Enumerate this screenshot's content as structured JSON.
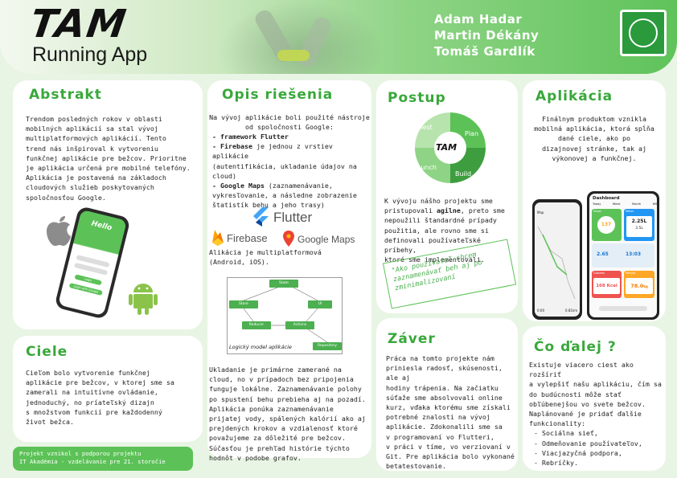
{
  "header": {
    "logo": "TAM",
    "subtitle": "Running App",
    "authors": [
      "Adam Hadar",
      "Martin Dékány",
      "Tomáš Gardlík"
    ]
  },
  "abstrakt": {
    "title": "Abstrakt",
    "lines": [
      "Trendom posledných rokov v oblasti",
      "mobilných aplikácií sa stal vývoj",
      "multiplatformových aplikácií. Tento",
      "trend nás inšpiroval k vytvoreniu",
      "funkčnej aplikácie pre bežcov. Prioritne",
      "je aplikácia určená pre mobilné telefóny.",
      "Aplikácia je postavená na základoch",
      "cloudových služieb poskytovaných",
      "spoločnosťou Google."
    ],
    "phone": {
      "hello": "Hello",
      "login": "Login",
      "login_google": "Login with Google"
    }
  },
  "opis": {
    "title": "Opis riešenia",
    "intro": [
      "Na vývoj aplikácie boli použité nástroje",
      "od spoločnosti Google:"
    ],
    "items": [
      {
        "bold": "- framework Flutter",
        "rest": ""
      },
      {
        "bold": "- Firebase",
        "rest": " je jednou z vrstiev aplikácie"
      },
      {
        "bold": "",
        "rest": "(autentifikácia, ukladanie údajov na"
      },
      {
        "bold": "",
        "rest": "cloud)"
      },
      {
        "bold": "- Google Maps",
        "rest": " (zaznamenávanie,"
      },
      {
        "bold": "",
        "rest": "vykresľovanie, a následne zobrazenie"
      },
      {
        "bold": "",
        "rest": "štatistík behu a jeho trasy)"
      }
    ],
    "logos": {
      "flutter": "Flutter",
      "firebase": "Firebase",
      "gmaps": "Google Maps"
    },
    "multi": [
      "Alikácia je multiplatformová",
      "(Android, iOS)."
    ],
    "diagram_caption": "Logický model aplikácie",
    "diagram_nodes": [
      "State",
      "Store",
      "UI",
      "Reducer",
      "Actions",
      "Repository"
    ],
    "bottom": [
      "Ukladanie je primárne zamerané na",
      "cloud, no v prípadoch bez pripojenia",
      "funguje lokálne. Zaznamenávanie polohy",
      "po spustení behu prebieha aj na pozadí.",
      "Aplikácia ponúka zaznamenávanie",
      "prijatej vody, spálených kalórií ako aj",
      "prejdených krokov a vzdialenosť ktoré",
      "považujeme za dôležité pre bežcov.",
      "Súčasťou je prehľad histórie týchto",
      "hodnôt v podobe grafov."
    ]
  },
  "postup": {
    "title": "Postup",
    "cycle": [
      "Test",
      "Plan",
      "Build",
      "Launch"
    ],
    "cycle_logo": "TAM",
    "lines": [
      {
        "pre": "K vývoju nášho projektu sme",
        "bold": "",
        "post": ""
      },
      {
        "pre": "pristupovali ",
        "bold": "agilne",
        "post": ", preto sme"
      },
      {
        "pre": "nepoužili štandardné prípady",
        "bold": "",
        "post": ""
      },
      {
        "pre": "použitia, ale rovno sme si",
        "bold": "",
        "post": ""
      },
      {
        "pre": "definovali používateľské",
        "bold": "",
        "post": ""
      },
      {
        "pre": "príbehy,",
        "bold": "",
        "post": ""
      },
      {
        "pre": "ktoré sme implementovali.",
        "bold": "",
        "post": ""
      }
    ],
    "note": [
      "\"Ako používateľ chcem",
      "zaznamenávať beh aj po",
      "zminimalizovaní"
    ]
  },
  "aplikacia": {
    "title": "Aplikácia",
    "lines": [
      "Finálnym produktom vznikla",
      "mobilná aplikácia, ktorá spĺňa",
      "dané ciele, ako po",
      "dizajnovej stránke, tak aj",
      "výkonovej a funkčnej."
    ],
    "dashboard": {
      "title": "Dashboard",
      "tabs": [
        "Today",
        "Week",
        "Month",
        "6M"
      ],
      "steps_label": "Steps",
      "steps_value": "137",
      "water_label": "Water",
      "water_value": "2.25L",
      "water_sub": "3.5L",
      "km_value": "2.65",
      "time_value": "13:03",
      "calories_label": "Calories",
      "calories_value": "168 Kcal",
      "weight_label": "Weight",
      "weight_value": "78.0",
      "weight_unit": "kg"
    },
    "map_label": "Map",
    "map_time": "0:00",
    "map_dist": "0.81km"
  },
  "ciele": {
    "title": "Ciele",
    "lines": [
      "Cieľom bolo vytvorenie funkčnej",
      "aplikácie pre bežcov, v ktorej sme sa",
      "zamerali na intuitívne ovládanie,",
      "jednoduchý, no príateľský dizajn",
      "s množstvom funkcií pre každodenný",
      "život bežca."
    ]
  },
  "banner": [
    "Projekt vznikol s podporou projektu",
    "IT Akadémia - vzdelávanie pre 21. storočie"
  ],
  "zaver": {
    "title": "Záver",
    "lines": [
      "Práca na tomto projekte nám",
      "priniesla radosť, skúsenosti, ale aj",
      "hodiny trápenia. Na začiatku",
      "súťaže sme absolvovali online",
      "kurz, vďaka ktorému sme získali",
      "potrebné znalosti na vývoj",
      "aplikácie. Zdokonalili sme sa",
      "v programovaní vo Flutteri,",
      "v práci v tíme, vo verziovaní v",
      "Git. Pre aplikácia bolo vykonané",
      "betatestovanie."
    ]
  },
  "dalej": {
    "title": "Čo ďalej ?",
    "lines": [
      "Existuje viacero ciest ako rozšíriť",
      "a vylepšiť našu aplikáciu, čím sa",
      "do budúcnosti môže stať",
      "obľúbenejšou vo svete bežcov.",
      "Naplánované je pridať ďalšie",
      "funkcionality:"
    ],
    "items": [
      "- Sociálna sieť,",
      "- Odmeňovanie používateľov,",
      "- Viacjazyčná podpora,",
      "- Rebríčky."
    ]
  },
  "colors": {
    "accent": "#38a83a",
    "banner": "#5cc257"
  }
}
